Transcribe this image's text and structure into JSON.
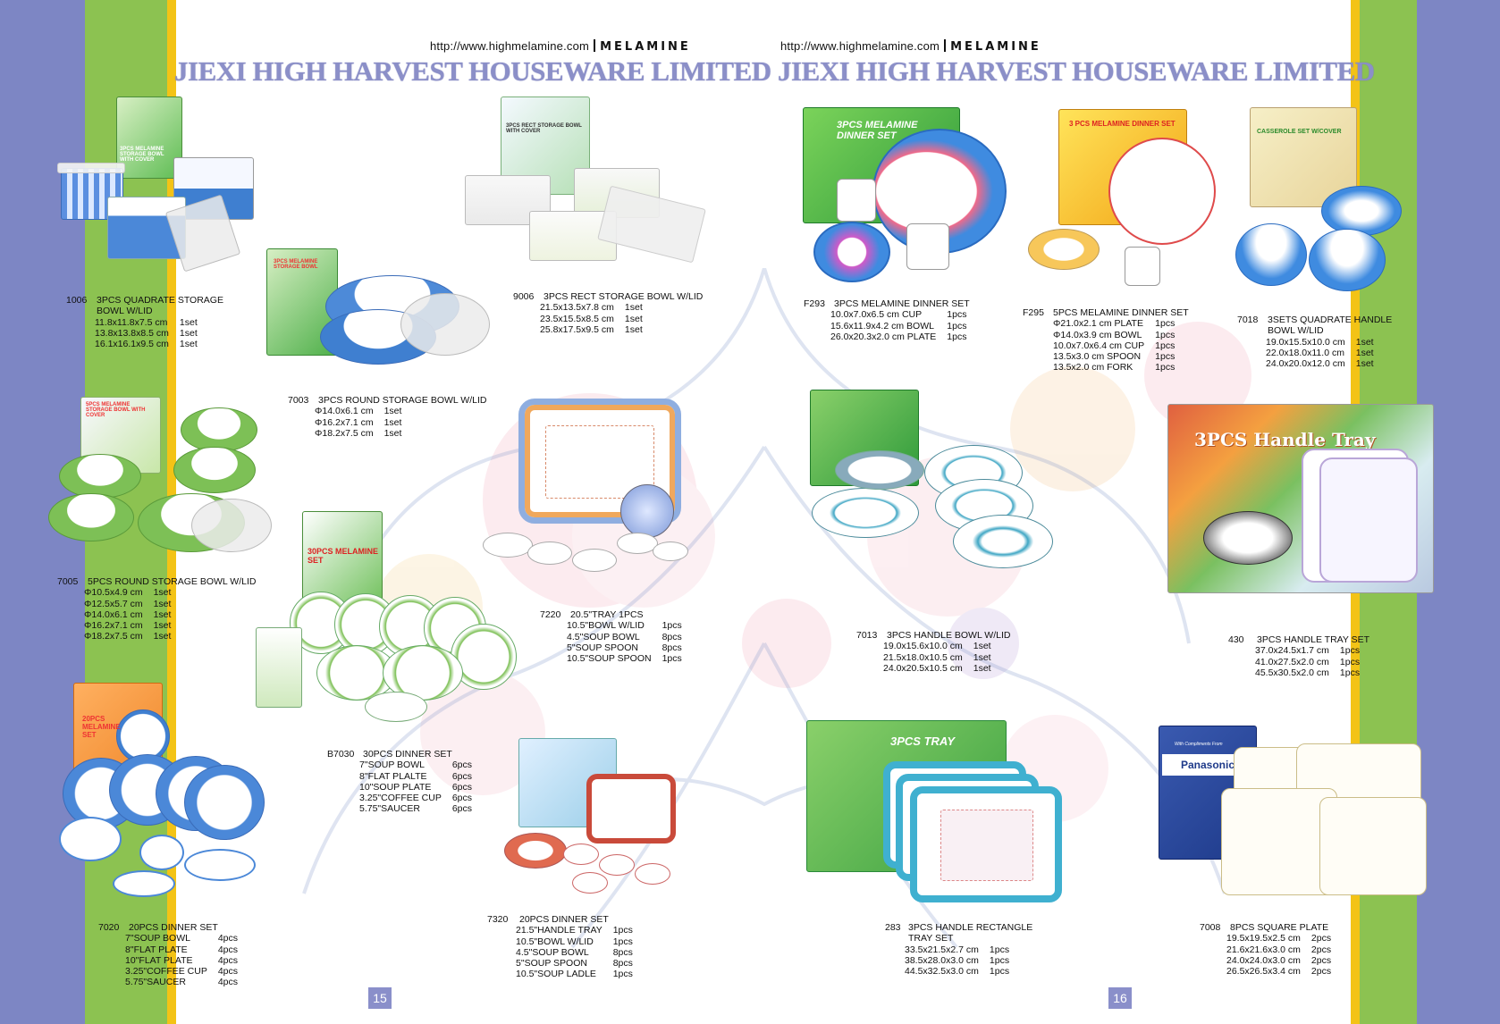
{
  "pages": [
    {
      "url": "http://www.highmelamine.com",
      "brand": "MELAMINE",
      "company": "JIEXI HIGH HARVEST HOUSEWARE LIMITED",
      "page_number": "15",
      "products": [
        {
          "code": "1006",
          "title": "3PCS QUADRATE STORAGE",
          "title2": "BOWL W/LID",
          "rows": [
            [
              "11.8x11.8x7.5 cm",
              "1set"
            ],
            [
              "13.8x13.8x8.5 cm",
              "1set"
            ],
            [
              "16.1x16.1x9.5 cm",
              "1set"
            ]
          ]
        },
        {
          "code": "9006",
          "title": "3PCS RECT STORAGE BOWL W/LID",
          "rows": [
            [
              "21.5x13.5x7.8 cm",
              "1set"
            ],
            [
              "23.5x15.5x8.5 cm",
              "1set"
            ],
            [
              "25.8x17.5x9.5 cm",
              "1set"
            ]
          ]
        },
        {
          "code": "7003",
          "title": "3PCS ROUND STORAGE BOWL W/LID",
          "rows": [
            [
              "Φ14.0x6.1 cm",
              "1set"
            ],
            [
              "Φ16.2x7.1 cm",
              "1set"
            ],
            [
              "Φ18.2x7.5 cm",
              "1set"
            ]
          ]
        },
        {
          "code": "7005",
          "title": "5PCS ROUND STORAGE BOWL W/LID",
          "rows": [
            [
              "Φ10.5x4.9 cm",
              "1set"
            ],
            [
              "Φ12.5x5.7 cm",
              "1set"
            ],
            [
              "Φ14.0x6.1 cm",
              "1set"
            ],
            [
              "Φ16.2x7.1 cm",
              "1set"
            ],
            [
              "Φ18.2x7.5 cm",
              "1set"
            ]
          ]
        },
        {
          "code": "7220",
          "title": "20.5\"TRAY 1PCS",
          "rows": [
            [
              "10.5\"BOWL W/LID",
              "1pcs"
            ],
            [
              "4.5\"SOUP BOWL",
              "8pcs"
            ],
            [
              "5\"SOUP SPOON",
              "8pcs"
            ],
            [
              "10.5\"SOUP SPOON",
              "1pcs"
            ]
          ]
        },
        {
          "code": "B7030",
          "title": "30PCS DINNER SET",
          "rows": [
            [
              "7\"SOUP BOWL",
              "6pcs"
            ],
            [
              "8\"FLAT PLALTE",
              "6pcs"
            ],
            [
              "10\"SOUP PLATE",
              "6pcs"
            ],
            [
              "3.25\"COFFEE CUP",
              "6pcs"
            ],
            [
              "5.75\"SAUCER",
              "6pcs"
            ]
          ]
        },
        {
          "code": "7020",
          "title": "20PCS DINNER SET",
          "rows": [
            [
              "7\"SOUP BOWL",
              "4pcs"
            ],
            [
              "8\"FLAT PLATE",
              "4pcs"
            ],
            [
              "10\"FLAT PLATE",
              "4pcs"
            ],
            [
              "3.25\"COFFEE CUP",
              "4pcs"
            ],
            [
              "5.75\"SAUCER",
              "4pcs"
            ]
          ]
        },
        {
          "code": "7320",
          "title": "20PCS DINNER SET",
          "rows": [
            [
              "21.5\"HANDLE TRAY",
              "1pcs"
            ],
            [
              "10.5\"BOWL W/LID",
              "1pcs"
            ],
            [
              "4.5\"SOUP BOWL",
              "8pcs"
            ],
            [
              "5\"SOUP SPOON",
              "8pcs"
            ],
            [
              "10.5\"SOUP LADLE",
              "1pcs"
            ]
          ]
        }
      ]
    },
    {
      "url": "http://www.highmelamine.com",
      "brand": "MELAMINE",
      "company": "JIEXI HIGH HARVEST HOUSEWARE LIMITED",
      "page_number": "16",
      "products": [
        {
          "code": "F293",
          "title": "3PCS MELAMINE DINNER SET",
          "rows": [
            [
              "10.0x7.0x6.5   cm  CUP",
              "1pcs"
            ],
            [
              "15.6x11.9x4.2 cm  BOWL",
              "1pcs"
            ],
            [
              "26.0x20.3x2.0 cm  PLATE",
              "1pcs"
            ]
          ]
        },
        {
          "code": "F295",
          "title": "5PCS MELAMINE DINNER SET",
          "rows": [
            [
              "Φ21.0x2.1  cm  PLATE",
              "1pcs"
            ],
            [
              "Φ14.0x3.9 cm  BOWL",
              "1pcs"
            ],
            [
              "10.0x7.0x6.4 cm CUP",
              "1pcs"
            ],
            [
              "13.5x3.0 cm SPOON",
              "1pcs"
            ],
            [
              "13.5x2.0 cm FORK",
              "1pcs"
            ]
          ]
        },
        {
          "code": "7018",
          "title": "3SETS QUADRATE HANDLE",
          "title2": "BOWL W/LID",
          "rows": [
            [
              "19.0x15.5x10.0 cm",
              "1set"
            ],
            [
              "22.0x18.0x11.0 cm",
              "1set"
            ],
            [
              "24.0x20.0x12.0 cm",
              "1set"
            ]
          ]
        },
        {
          "code": "7013",
          "title": "3PCS HANDLE BOWL W/LID",
          "rows": [
            [
              "19.0x15.6x10.0 cm",
              "1set"
            ],
            [
              "21.5x18.0x10.5 cm",
              "1set"
            ],
            [
              "24.0x20.5x10.5 cm",
              "1set"
            ]
          ]
        },
        {
          "code": "430",
          "title": "3PCS HANDLE TRAY SET",
          "rows": [
            [
              "37.0x24.5x1.7 cm",
              "1pcs"
            ],
            [
              "41.0x27.5x2.0 cm",
              "1pcs"
            ],
            [
              "45.5x30.5x2.0 cm",
              "1pcs"
            ]
          ]
        },
        {
          "code": "283",
          "title": "3PCS HANDLE RECTANGLE",
          "title2": "TRAY SET",
          "rows": [
            [
              "33.5x21.5x2.7 cm",
              "1pcs"
            ],
            [
              "38.5x28.0x3.0 cm",
              "1pcs"
            ],
            [
              "44.5x32.5x3.0 cm",
              "1pcs"
            ]
          ]
        },
        {
          "code": "7008",
          "title": "8PCS SQUARE PLATE",
          "rows": [
            [
              "19.5x19.5x2.5 cm",
              "2pcs"
            ],
            [
              "21.6x21.6x3.0 cm",
              "2pcs"
            ],
            [
              "24.0x24.0x3.0 cm",
              "2pcs"
            ],
            [
              "26.5x26.5x3.4 cm",
              "2pcs"
            ]
          ]
        }
      ]
    }
  ],
  "box_labels": {
    "b1006": "3PCS MELAMINE STORAGE BOWL WITH COVER",
    "b9006": "3PCS RECT STORAGE BOWL WITH COVER",
    "b7003": "3PCS MELAMINE STORAGE BOWL",
    "b7005": "5PCS MELAMINE STORAGE BOWL WITH COVER",
    "b7030": "30PCS MELAMINE SET",
    "b7020": "20PCS MELAMINE SET",
    "bF293": "3PCS MELAMINE DINNER SET",
    "bF295": "3 PCS MELAMINE DINNER SET",
    "b7018": "CASSEROLE SET W/COVER",
    "b430": "3PCS Handle Tray",
    "b283": "3PCS TRAY",
    "b7008": "Panasonic",
    "b7008sub": "With Compliments From"
  },
  "colors": {
    "purple": "#7d86c4",
    "green": "#8cc251",
    "yellow": "#f3c316",
    "company_text": "#8b8fc8",
    "box_green": "#4fb04a",
    "melamine_blue": "#3f7fd0"
  }
}
